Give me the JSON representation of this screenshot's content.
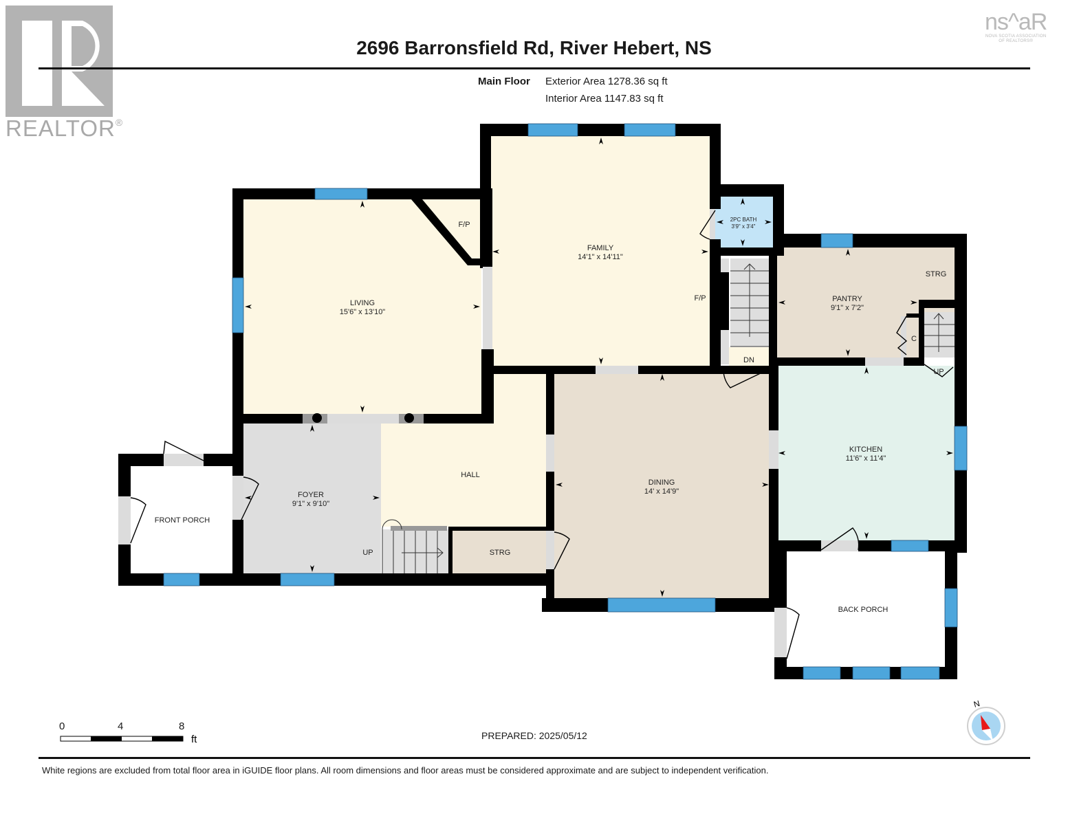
{
  "branding": {
    "realtor_word": "REALTOR",
    "realtor_mark": "®",
    "nsar_big": "ns^aR",
    "nsar_small_1": "NOVA SCOTIA ASSOCIATION",
    "nsar_small_2": "OF REALTORS®"
  },
  "header": {
    "title": "2696 Barronsfield Rd, River Hebert, NS",
    "floor_label": "Main Floor",
    "exterior_area": "Exterior Area 1278.36 sq ft",
    "interior_area": "Interior Area 1147.83 sq ft"
  },
  "rooms": {
    "living": {
      "name": "LIVING",
      "dims": "15'6\" x 13'10\""
    },
    "living_fp": {
      "name": "F/P"
    },
    "family": {
      "name": "FAMILY",
      "dims": "14'1\" x 14'11\""
    },
    "family_fp": {
      "name": "F/P"
    },
    "bath": {
      "name": "2PC BATH",
      "dims": "3'9\" x 3'4\""
    },
    "pantry": {
      "name": "PANTRY",
      "dims": "9'1\" x 7'2\""
    },
    "pantry_strg": {
      "name": "STRG"
    },
    "closet": {
      "name": "C"
    },
    "stair_dn": {
      "name": "DN"
    },
    "stair_up_kitchen": {
      "name": "UP"
    },
    "kitchen": {
      "name": "KITCHEN",
      "dims": "11'6\" x 11'4\""
    },
    "dining": {
      "name": "DINING",
      "dims": "14' x 14'9\""
    },
    "hall": {
      "name": "HALL"
    },
    "foyer": {
      "name": "FOYER",
      "dims": "9'1\" x 9'10\""
    },
    "stair_up_foyer": {
      "name": "UP"
    },
    "hall_strg": {
      "name": "STRG"
    },
    "front_porch": {
      "name": "FRONT PORCH"
    },
    "back_porch": {
      "name": "BACK PORCH"
    }
  },
  "colors": {
    "wall": "#000000",
    "window": "#4da6dc",
    "cream": "#fdf7e3",
    "tan": "#e8dfd1",
    "gray": "#dedede",
    "mint": "#e3f2ec",
    "bath_blue": "#c3e4f7"
  },
  "scale": {
    "labels": [
      "0",
      "4",
      "8"
    ],
    "unit": "ft"
  },
  "compass": {
    "label": "N"
  },
  "footer": {
    "prepared": "PREPARED: 2025/05/12",
    "disclaimer": "White regions are excluded from total floor area in iGUIDE floor plans. All room dimensions and floor areas must be considered approximate and are subject to independent verification."
  }
}
